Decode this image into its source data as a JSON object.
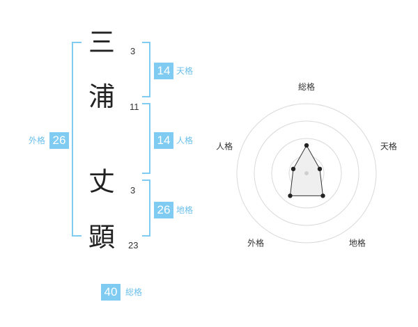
{
  "name_chars": [
    {
      "char": "三",
      "strokes": "3"
    },
    {
      "char": "浦",
      "strokes": "11"
    },
    {
      "char": "丈",
      "strokes": "3"
    },
    {
      "char": "顕",
      "strokes": "23"
    }
  ],
  "fortunes": {
    "tenkaku": {
      "value": "14",
      "label": "天格"
    },
    "jinkaku": {
      "value": "14",
      "label": "人格"
    },
    "chikaku": {
      "value": "26",
      "label": "地格"
    },
    "gaikaku": {
      "value": "26",
      "label": "外格"
    },
    "soukaku": {
      "value": "40",
      "label": "総格"
    }
  },
  "chart_data": {
    "type": "radar",
    "axes": [
      "総格",
      "天格",
      "地格",
      "外格",
      "人格"
    ],
    "values": [
      2,
      1,
      2,
      2,
      1
    ],
    "rmax": 5,
    "rings": 4,
    "colors": {
      "grid": "#d9d9d9",
      "fill": "#efefef",
      "line": "#333333",
      "point": "#222222",
      "center": "#cfcfcf"
    }
  }
}
